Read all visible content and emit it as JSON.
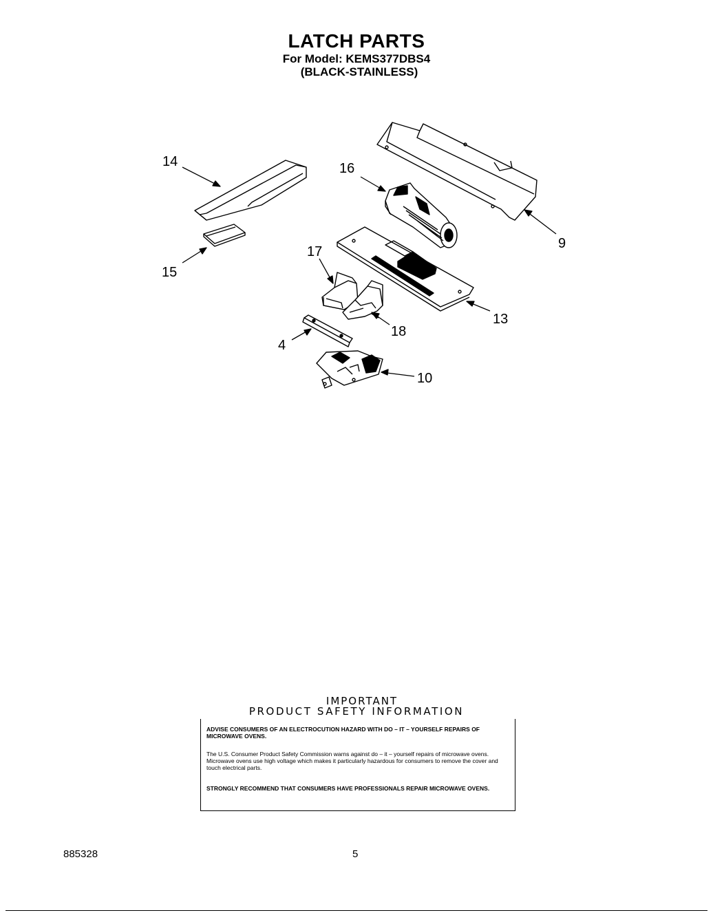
{
  "header": {
    "title": "LATCH PARTS",
    "model_line": "For Model: KEMS377DBS4",
    "finish_line": "(BLACK-STAINLESS)"
  },
  "diagram": {
    "callouts": {
      "p14": "14",
      "p15": "15",
      "p16": "16",
      "p9": "9",
      "p17": "17",
      "p13": "13",
      "p18": "18",
      "p4": "4",
      "p10": "10"
    }
  },
  "safety": {
    "heading_line1": "IMPORTANT",
    "heading_line2": "PRODUCT  SAFETY  INFORMATION",
    "warning": "ADVISE CONSUMERS OF AN ELECTROCUTION HAZARD WITH DO – IT – YOURSELF REPAIRS OF MICROWAVE OVENS.",
    "body": "The U.S. Consumer Product Safety Commission warns against do – it – yourself repairs of microwave ovens. Microwave ovens use high voltage which makes it particularly hazardous for consumers to remove the cover and touch electrical parts.",
    "recommendation": "STRONGLY RECOMMEND THAT CONSUMERS HAVE PROFESSIONALS REPAIR MICROWAVE OVENS."
  },
  "footer": {
    "doc_number": "885328",
    "page_number": "5"
  }
}
